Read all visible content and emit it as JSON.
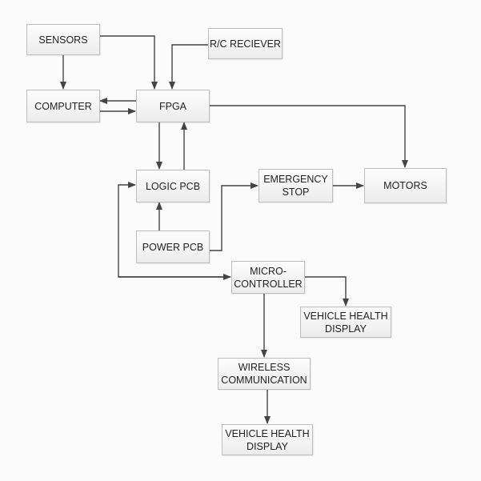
{
  "diagram": {
    "nodes": {
      "sensors": "SENSORS",
      "rc_receiver": "R/C RECIEVER",
      "computer": "COMPUTER",
      "fpga": "FPGA",
      "logic_pcb": "LOGIC PCB",
      "emergency_stop": "EMERGENCY\nSTOP",
      "motors": "MOTORS",
      "power_pcb": "POWER PCB",
      "microcontroller": "MICRO-\nCONTROLLER",
      "vehicle_health_display_1": "VEHICLE HEALTH\nDISPLAY",
      "wireless_communication": "WIRELESS\nCOMMUNICATION",
      "vehicle_health_display_2": "VEHICLE HEALTH\nDISPLAY"
    },
    "edges": [
      {
        "from": "sensors",
        "to": "computer"
      },
      {
        "from": "sensors",
        "to": "fpga"
      },
      {
        "from": "rc_receiver",
        "to": "fpga"
      },
      {
        "from": "fpga",
        "to": "computer"
      },
      {
        "from": "computer",
        "to": "fpga"
      },
      {
        "from": "fpga",
        "to": "motors"
      },
      {
        "from": "fpga",
        "to": "logic_pcb"
      },
      {
        "from": "logic_pcb",
        "to": "fpga"
      },
      {
        "from": "power_pcb",
        "to": "logic_pcb"
      },
      {
        "from": "power_pcb",
        "to": "emergency_stop"
      },
      {
        "from": "emergency_stop",
        "to": "motors"
      },
      {
        "from": "microcontroller",
        "to": "logic_pcb"
      },
      {
        "from": "logic_pcb",
        "to": "microcontroller"
      },
      {
        "from": "microcontroller",
        "to": "vehicle_health_display_1"
      },
      {
        "from": "microcontroller",
        "to": "wireless_communication"
      },
      {
        "from": "wireless_communication",
        "to": "vehicle_health_display_2"
      }
    ]
  }
}
